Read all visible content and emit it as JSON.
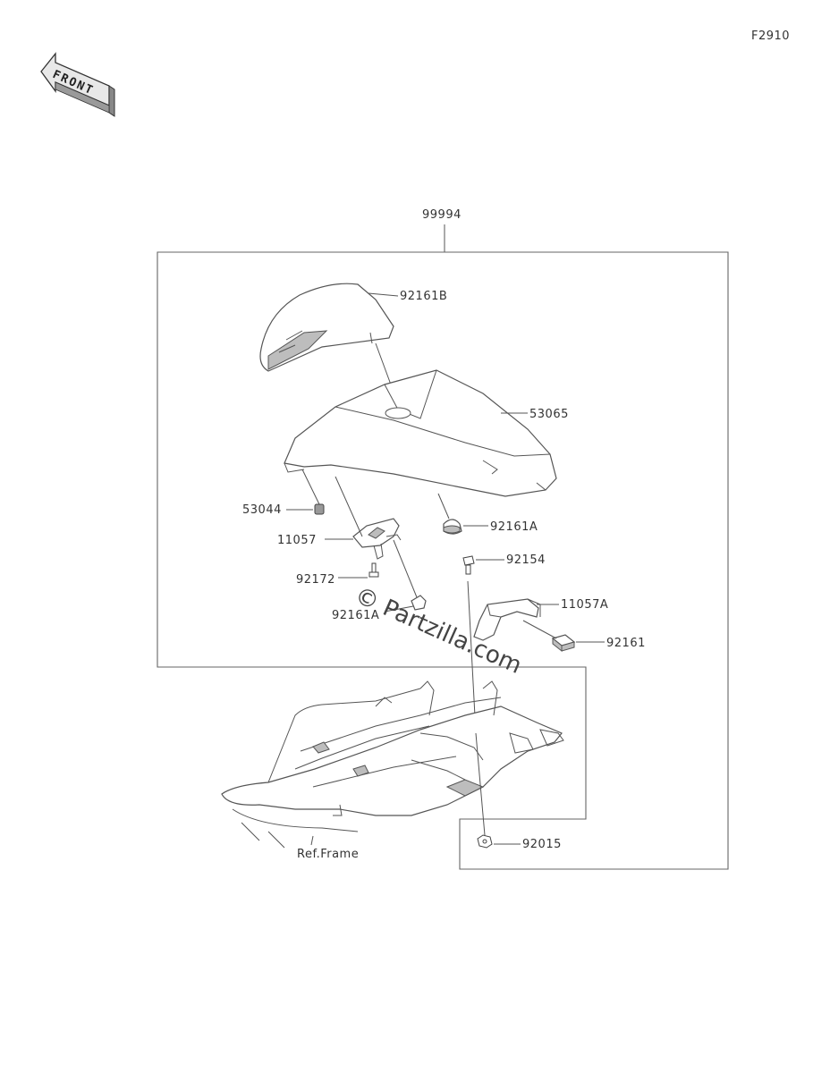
{
  "figure_code": "F2910",
  "front_arrow": {
    "text": "FRONT"
  },
  "watermark": "© Partzilla.com",
  "callouts": {
    "kit": "99994",
    "cover_pad": "92161B",
    "seat_cover": "53065",
    "damper_left": "53044",
    "bracket": "11057",
    "damper_a_upper": "92161A",
    "bolt_small": "92172",
    "damper_a_lower": "92161A",
    "bolt": "92154",
    "bracket_a": "11057A",
    "damper_pad": "92161",
    "nut": "92015",
    "ref_frame": "Ref.Frame"
  }
}
